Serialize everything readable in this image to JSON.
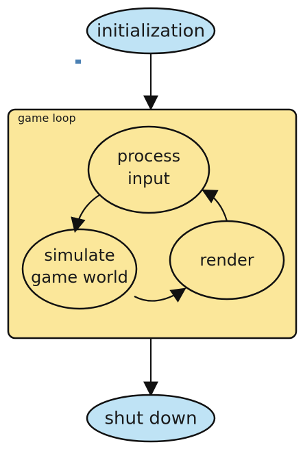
{
  "diagram": {
    "group_label": "game loop",
    "terminals": {
      "start": "initialization",
      "end": "shut down"
    },
    "states": {
      "process_input": [
        "process",
        "input"
      ],
      "simulate": [
        "simulate",
        "game world"
      ],
      "render": [
        "render"
      ]
    },
    "colors": {
      "terminal_fill": "#bfe3f5",
      "state_fill": "#fbe79a",
      "group_fill": "#fbe79a",
      "stroke": "#111111"
    }
  }
}
